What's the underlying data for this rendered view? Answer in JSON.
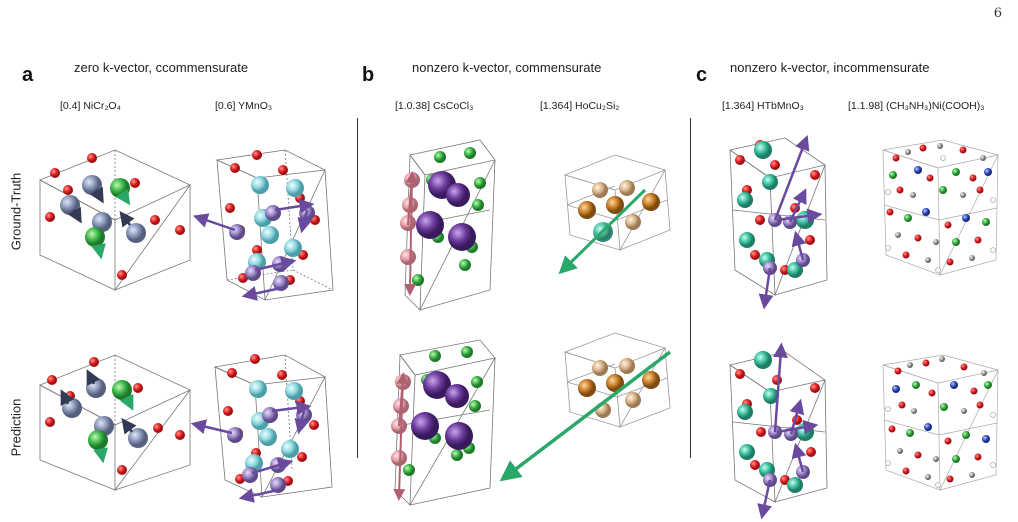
{
  "page_number": "6",
  "panels": [
    {
      "letter": "a",
      "title": "zero k-vector, ccommensurate",
      "materials": [
        "[0.4] NiCr₂O₄",
        "[0.6] YMnO₃"
      ]
    },
    {
      "letter": "b",
      "title": "nonzero k-vector, commensurate",
      "materials": [
        "[1.0.38] CsCoCl₃",
        "[1.364] HoCu₂Si₂"
      ]
    },
    {
      "letter": "c",
      "title": "nonzero k-vector, incommensurate",
      "materials": [
        "[1.364] HTbMnO₃",
        "[1.1.98] (CH₃NH₃)Ni(COOH)₃"
      ]
    }
  ],
  "row_labels": [
    "Ground-Truth",
    "Prediction"
  ],
  "colors": {
    "oxygen_red": "#e8262a",
    "ni_steel": "#8a97b8",
    "green": "#3cb84a",
    "cyan": "#8fd8e0",
    "lavender": "#9b86c4",
    "pink": "#e8a0a8",
    "purple": "#6a3a9a",
    "tan": "#d9b48a",
    "orange": "#c97f2a",
    "teal": "#3bbf9f",
    "green_arrow": "#2aa86a",
    "purple_arrow": "#6a4a9e"
  }
}
